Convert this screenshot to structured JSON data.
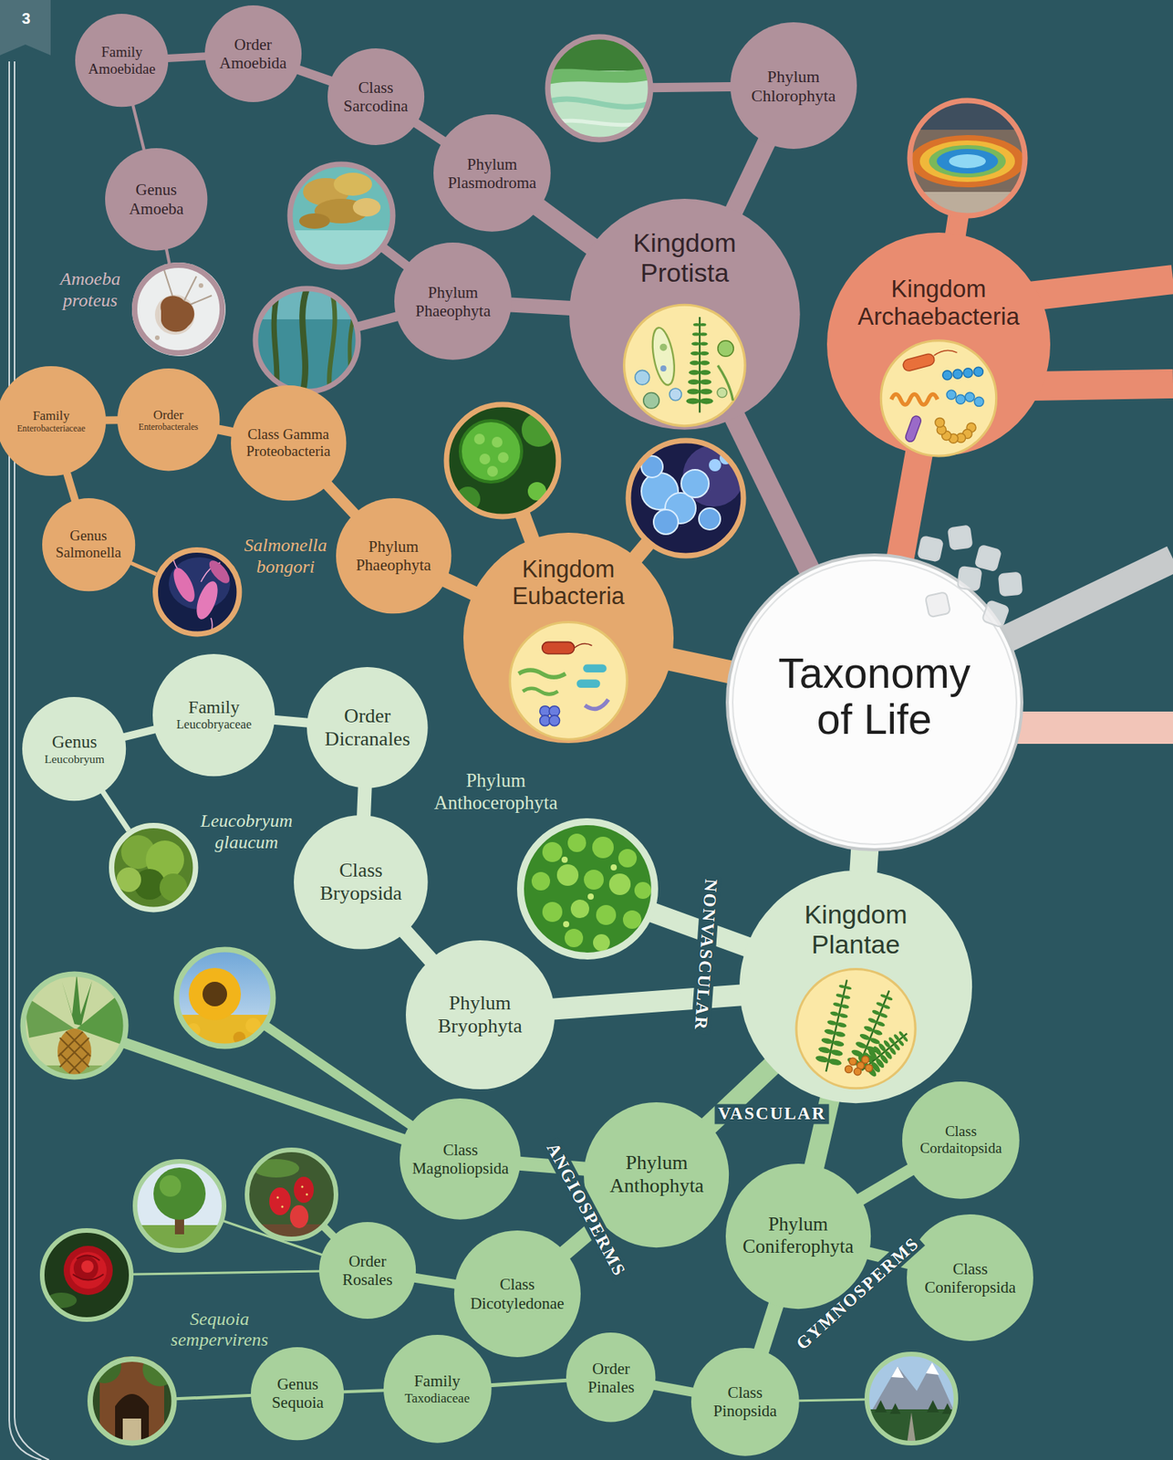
{
  "diagram": {
    "nodes": [
      {
        "text": [
          "Family Amoebidae"
        ]
      },
      {
        "text": [
          "Order Amoebida"
        ]
      },
      {
        "text": [
          "Class Sarcodina"
        ]
      },
      {
        "text": [
          "Phylum Chlorophyta"
        ]
      },
      {
        "text": [
          "Genus Amoeba"
        ]
      },
      {
        "text": [
          "Phylum Plasmodroma"
        ]
      },
      {
        "text": [
          "Kingdom Protista"
        ]
      },
      {
        "text": [
          "Amoeba proteus"
        ]
      },
      {
        "text": [
          "Phylum Phaeophyta"
        ]
      },
      {
        "text": [
          "Kingdom Archaebacteria"
        ]
      },
      {
        "text": [
          "Family Enterobacteriaceae"
        ]
      },
      {
        "text": [
          "Order Enterobacterales"
        ]
      },
      {
        "text": [
          "Class Gamma Proteobacteria"
        ]
      },
      {
        "text": [
          "Genus Salmonella"
        ]
      },
      {
        "text": [
          "Salmonella bongori"
        ]
      },
      {
        "text": [
          "Phylum Phaeophyta"
        ]
      },
      {
        "text": [
          "Kingdom Eubacteria"
        ]
      },
      {
        "text": [
          "Taxonomy of Life"
        ]
      },
      {
        "text": [
          "Family Leucobryaceae"
        ]
      },
      {
        "text": [
          "Order Dicranales"
        ]
      },
      {
        "text": [
          "Genus Leucobryum"
        ]
      },
      {
        "text": [
          "Leucobryum glaucum"
        ]
      },
      {
        "text": [
          "Class Bryopsida"
        ]
      },
      {
        "text": [
          "Phylum Anthocerophyta"
        ]
      },
      {
        "text": [
          "Kingdom Plantae"
        ]
      },
      {
        "text": [
          "Phylum Bryophyta"
        ]
      },
      {
        "text": [
          "Class Magnoliopsida"
        ]
      },
      {
        "text": [
          "Phylum Anthophyta"
        ]
      },
      {
        "text": [
          "Class Cordaitopsida"
        ]
      },
      {
        "text": [
          "Phylum Coniferophyta"
        ]
      },
      {
        "text": [
          "Order Rosales"
        ]
      },
      {
        "text": [
          "Class Coniferopsida"
        ]
      },
      {
        "text": [
          "Class Dicotyledonae"
        ]
      },
      {
        "text": [
          "Sequoia sempervirens"
        ]
      },
      {
        "text": [
          "Genus Sequoia"
        ]
      },
      {
        "text": [
          "Family Taxodiaceae"
        ]
      },
      {
        "text": [
          "Order Pinales"
        ]
      },
      {
        "text": [
          "Class Pinopsida"
        ]
      }
    ],
    "edges": [
      {
        "from": 1,
        "to": 0,
        "arrow": "none"
      },
      {
        "from": 2,
        "to": 1,
        "arrow": "none"
      },
      {
        "from": 5,
        "to": 2,
        "arrow": "none"
      },
      {
        "from": 0,
        "to": 4,
        "arrow": "none"
      },
      {
        "from": 4,
        "to": 7,
        "arrow": "none"
      },
      {
        "from": 6,
        "to": 5,
        "arrow": "none"
      },
      {
        "from": 6,
        "to": 3,
        "arrow": "none"
      },
      {
        "from": 6,
        "to": 8,
        "arrow": "none"
      },
      {
        "from": 17,
        "to": 6,
        "arrow": "none"
      },
      {
        "from": 17,
        "to": 9,
        "arrow": "none"
      },
      {
        "from": 17,
        "to": 16,
        "arrow": "none"
      },
      {
        "from": 16,
        "to": 15,
        "arrow": "none"
      },
      {
        "from": 15,
        "to": 12,
        "arrow": "none"
      },
      {
        "from": 12,
        "to": 11,
        "arrow": "none"
      },
      {
        "from": 11,
        "to": 10,
        "arrow": "none"
      },
      {
        "from": 10,
        "to": 13,
        "arrow": "none"
      },
      {
        "from": 13,
        "to": 14,
        "arrow": "none"
      },
      {
        "from": 17,
        "to": 24,
        "arrow": "none"
      },
      {
        "from": 24,
        "to": 23,
        "arrow": "none"
      },
      {
        "from": 24,
        "to": 25,
        "arrow": "none"
      },
      {
        "from": 25,
        "to": 22,
        "arrow": "none"
      },
      {
        "from": 22,
        "to": 19,
        "arrow": "none"
      },
      {
        "from": 19,
        "to": 18,
        "arrow": "none"
      },
      {
        "from": 18,
        "to": 20,
        "arrow": "none"
      },
      {
        "from": 20,
        "to": 21,
        "arrow": "none"
      },
      {
        "from": 24,
        "to": 27,
        "arrow": "none"
      },
      {
        "from": 24,
        "to": 29,
        "arrow": "none"
      },
      {
        "from": 27,
        "to": 26,
        "arrow": "none"
      },
      {
        "from": 27,
        "to": 32,
        "arrow": "none"
      },
      {
        "from": 32,
        "to": 30,
        "arrow": "none"
      },
      {
        "from": 29,
        "to": 28,
        "arrow": "none"
      },
      {
        "from": 29,
        "to": 31,
        "arrow": "none"
      },
      {
        "from": 29,
        "to": 37,
        "arrow": "none"
      },
      {
        "from": 37,
        "to": 36,
        "arrow": "none"
      },
      {
        "from": 36,
        "to": 35,
        "arrow": "none"
      },
      {
        "from": 35,
        "to": 34,
        "arrow": "none"
      },
      {
        "from": 34,
        "to": 33,
        "arrow": "none"
      }
    ],
    "labels": [
      "3",
      "NONVASCULAR",
      "VASCULAR",
      "ANGIOSPERMS",
      "GYMNOSPERMS"
    ]
  }
}
